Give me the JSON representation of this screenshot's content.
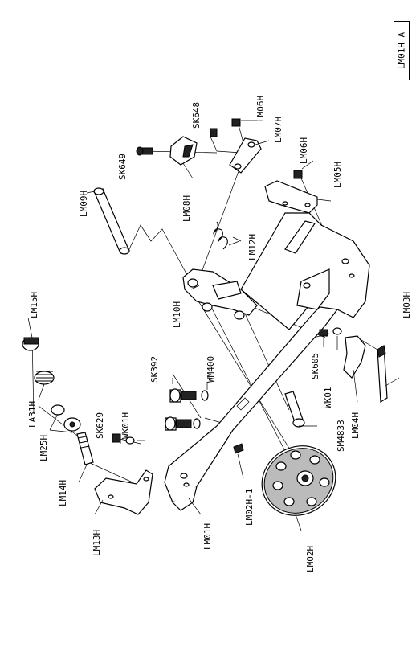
{
  "page_id": "LM01H-A",
  "labels": {
    "LM01H": "LM01H",
    "LM02H": "LM02H",
    "LM02H_1": "LM02H-1",
    "LM03H": "LM03H",
    "LM04H": "LM04H",
    "LM05H": "LM05H",
    "LM06H_a": "LM06H",
    "LM06H_b": "LM06H",
    "LM07H": "LM07H",
    "LM08H": "LM08H",
    "LM09H": "LM09H",
    "LM10H": "LM10H",
    "LM12H": "LM12H",
    "LM13H": "LM13H",
    "LM14H": "LM14H",
    "LM15H": "LM15H",
    "LM25H": "LM25H",
    "LA31H": "LA31H",
    "SK392": "SK392",
    "SK605": "SK605",
    "SK629": "SK629",
    "SK648": "SK648",
    "SK649": "SK649",
    "SM4833": "SM4833",
    "WK01": "WK01",
    "WK01H": "WK01H",
    "WM400": "WM400"
  }
}
